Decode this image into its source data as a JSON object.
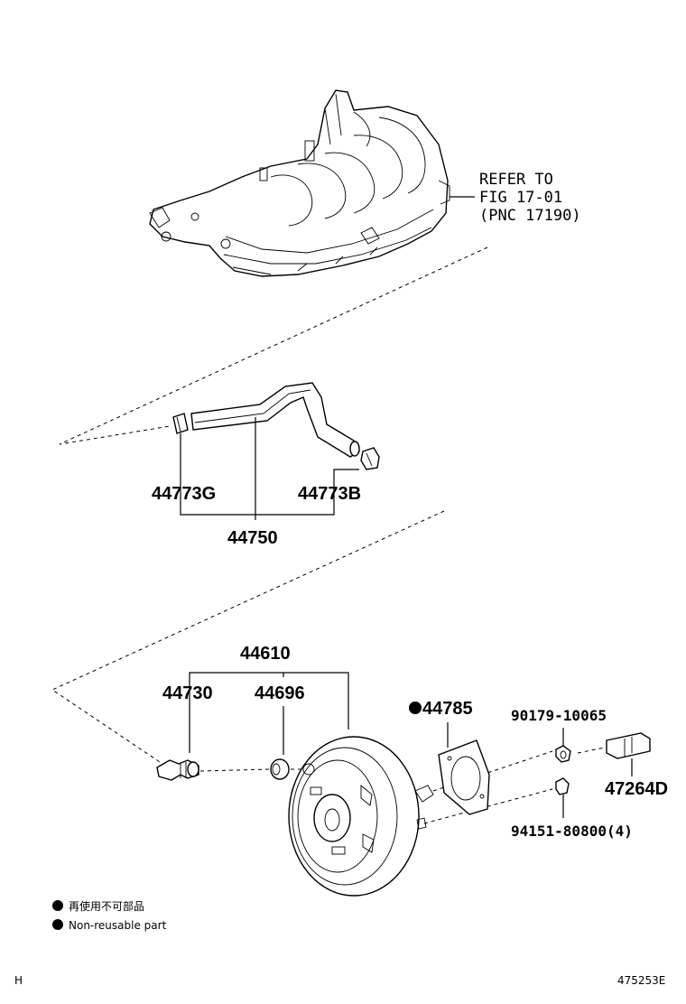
{
  "refer": {
    "line1": "REFER TO",
    "line2": "FIG 17-01",
    "line3": "(PNC 17190)"
  },
  "parts": {
    "p44773G": "44773G",
    "p44773B": "44773B",
    "p44750": "44750",
    "p44610": "44610",
    "p44730": "44730",
    "p44696": "44696",
    "p44785": "44785",
    "p9017910065": "90179-10065",
    "p47264D": "47264D",
    "p9415180800": "94151-80800(4)"
  },
  "legend": {
    "japanese": "再使用不可部品",
    "english": "Non-reusable part"
  },
  "footer": {
    "left_code": "H",
    "right_code": "475253E"
  },
  "marker": {
    "non_reusable_symbol": "filled-circle-icon",
    "color": "#000000"
  }
}
